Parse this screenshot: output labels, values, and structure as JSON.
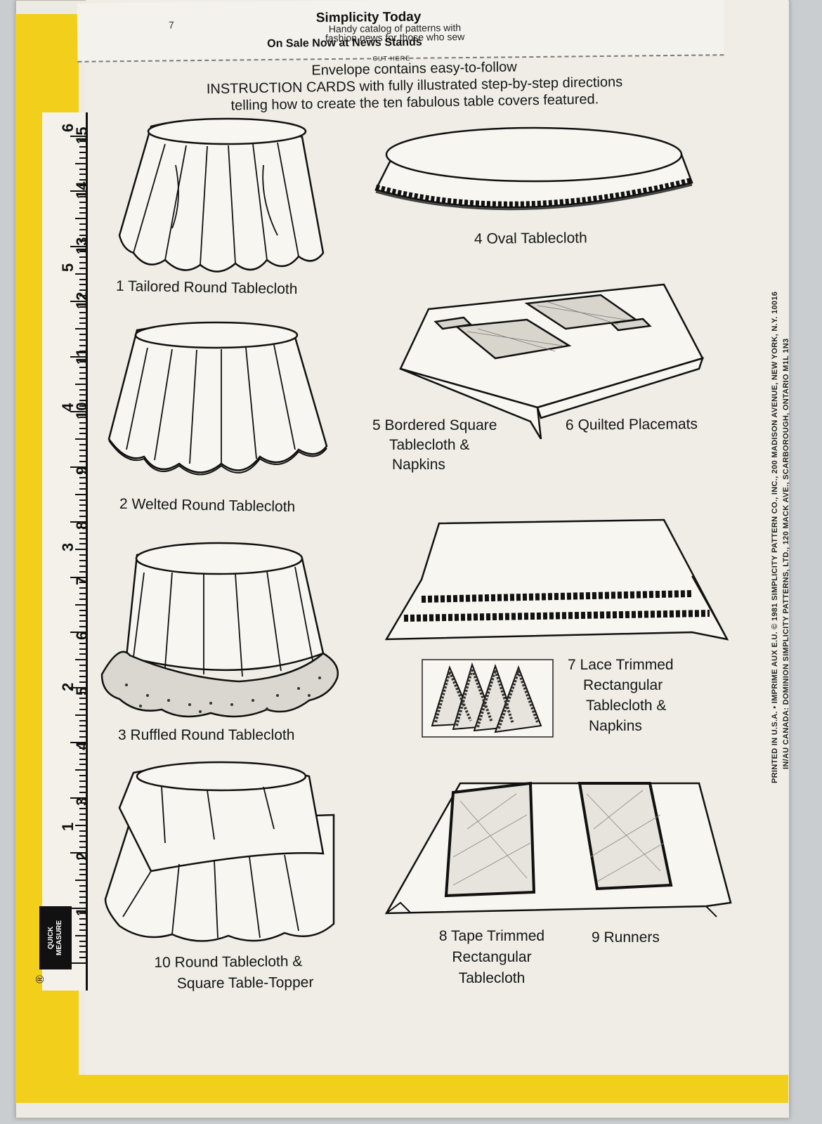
{
  "flap": {
    "page_number": "7",
    "title": "Simplicity Today",
    "subtitle_line1": "Handy catalog of patterns with",
    "subtitle_line2": "fashion news for those who sew",
    "on_sale": "On Sale Now at News Stands",
    "cut_here": "CUT HERE"
  },
  "heading": {
    "line1": "Envelope contains easy-to-follow",
    "line2": "INSTRUCTION CARDS with fully illustrated step-by-step directions",
    "line3": "telling how to create the ten fabulous table covers featured."
  },
  "items": {
    "item1": "1 Tailored Round Tablecloth",
    "item2": "2 Welted Round Tablecloth",
    "item3": "3 Ruffled Round Tablecloth",
    "item4": "4 Oval Tablecloth",
    "item5_line1": "5 Bordered Square",
    "item5_line2": "Tablecloth &",
    "item5_line3": "Napkins",
    "item6": "6 Quilted Placemats",
    "item7_line1": "7 Lace Trimmed",
    "item7_line2": "Rectangular",
    "item7_line3": "Tablecloth &",
    "item7_line4": "Napkins",
    "item8_line1": "8 Tape Trimmed",
    "item8_line2": "Rectangular",
    "item8_line3": "Tablecloth",
    "item9": "9 Runners",
    "item10_line1": "10 Round Tablecloth &",
    "item10_line2": "Square Table-Topper"
  },
  "ruler": {
    "label_line1": "QUICK",
    "label_line2": "MEASURE",
    "registered": "®",
    "cm_numbers": [
      "1",
      "2",
      "3",
      "4",
      "5",
      "6",
      "7",
      "8",
      "9",
      "10",
      "11",
      "12",
      "13",
      "14",
      "15"
    ],
    "inch_numbers": [
      "1",
      "2",
      "3",
      "4",
      "5",
      "6"
    ]
  },
  "imprint": {
    "line1": "PRINTED IN U.S.A. • IMPRIME AUX E.U. © 1981 SIMPLICITY PATTERN CO., INC., 200 MADISON AVENUE, NEW YORK, N.Y. 10016",
    "line2": "IN/AU CANADA: DOMINION SIMPLICITY PATTERNS, LTD., 120 MACK AVE., SCARBOROUGH, ONTARIO M1L 1N3"
  }
}
